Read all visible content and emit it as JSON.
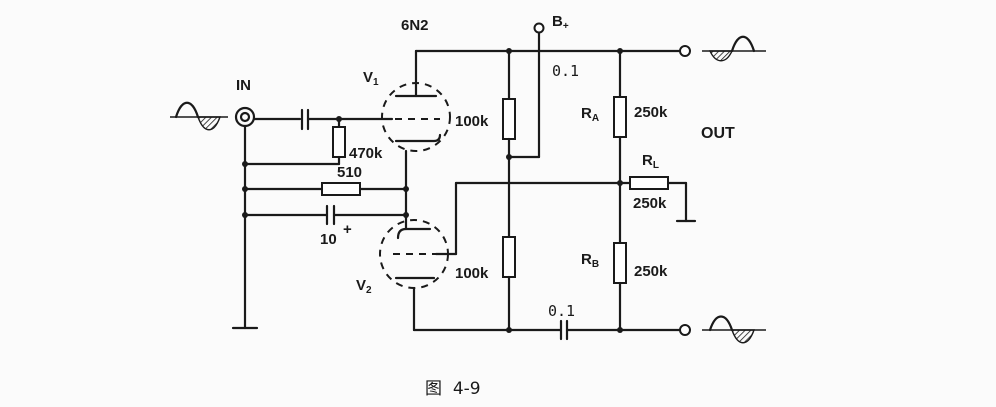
{
  "labels": {
    "tube_type": "6N2",
    "b_plus": "B",
    "b_plus_sub": "+",
    "in": "IN",
    "out": "OUT",
    "v1": "V",
    "v1_sub": "1",
    "v2": "V",
    "v2_sub": "2",
    "ra": "R",
    "ra_sub": "A",
    "rb": "R",
    "rb_sub": "B",
    "rl": "R",
    "rl_sub": "L"
  },
  "values": {
    "r_grid": "470k",
    "r_cathode": "510",
    "c_cathode": "10",
    "c_cathode_polarity": "+",
    "r_plate1": "100k",
    "r_plate2": "100k",
    "c_out_top": "0.1",
    "c_out_bottom": "0.1",
    "ra": "250k",
    "rb": "250k",
    "rl": "250k"
  },
  "caption": {
    "prefix": "图",
    "number": "4-9"
  }
}
